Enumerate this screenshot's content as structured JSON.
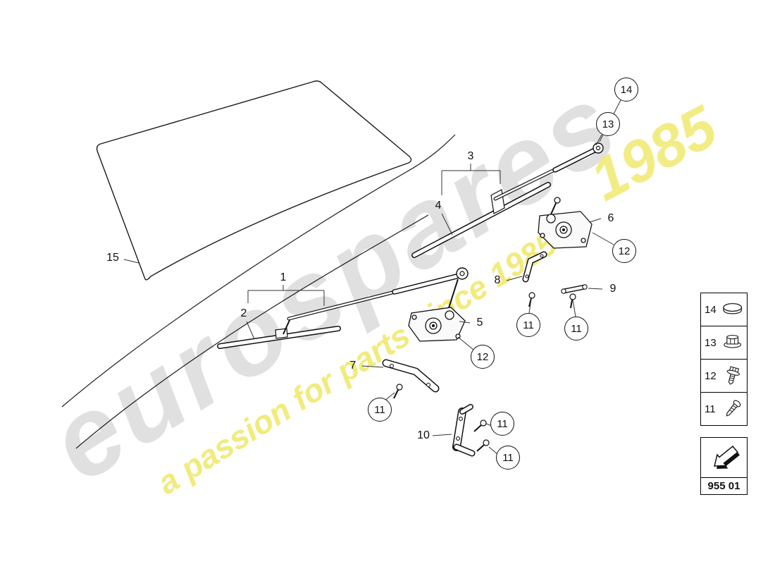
{
  "watermark": {
    "brand": "eurospares",
    "tagline": "a passion for parts since 1985",
    "year": "1985",
    "brand_color": "#d9d9d9",
    "accent_color": "#f0e96e"
  },
  "callouts": {
    "n1": "1",
    "n2": "2",
    "n3": "3",
    "n4": "4",
    "n5": "5",
    "n6": "6",
    "n7": "7",
    "n8": "8",
    "n9": "9",
    "n10": "10",
    "n11": "11",
    "n12": "12",
    "n13": "13",
    "n14": "14",
    "n15": "15"
  },
  "legend": {
    "items": [
      {
        "label": "14",
        "icon": "cap-icon"
      },
      {
        "label": "13",
        "icon": "flange-nut-icon"
      },
      {
        "label": "12",
        "icon": "flange-bolt-icon"
      },
      {
        "label": "11",
        "icon": "screw-icon"
      }
    ]
  },
  "part_code": {
    "label": "955 01"
  }
}
